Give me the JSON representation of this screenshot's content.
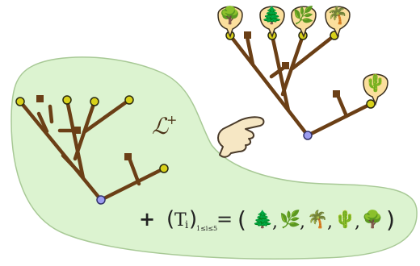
{
  "colors": {
    "branch": "#6b3f16",
    "leaf": "#d8d11a",
    "root": "#9c9cf0",
    "bubble": "#fbdf9d",
    "blob": "#dcf3d0",
    "blob_stroke": "#a8c996"
  },
  "label": {
    "operator": "ℒ",
    "superscript": "+"
  },
  "pointer": {
    "icon": "pointing-hand-icon",
    "glyph": "☛"
  },
  "bubbles": [
    {
      "icon": "deciduous-tree-icon",
      "glyph": "🌳"
    },
    {
      "icon": "evergreen-tree-icon",
      "glyph": "🌲"
    },
    {
      "icon": "herb-icon",
      "glyph": "🌿"
    },
    {
      "icon": "palm-tree-icon",
      "glyph": "🌴"
    },
    {
      "icon": "cactus-icon",
      "glyph": "🌵"
    }
  ],
  "formula": {
    "prefix": "+",
    "T": "T",
    "T_sub": "i",
    "index_range": "1≤i≤5",
    "equals": "=",
    "open_paren": "(",
    "close_paren": ")",
    "separator": ",",
    "items": [
      {
        "icon": "evergreen-tree-icon",
        "glyph": "🌲"
      },
      {
        "icon": "herb-icon",
        "glyph": "🌿"
      },
      {
        "icon": "palm-tree-icon",
        "glyph": "🌴"
      },
      {
        "icon": "cactus-icon",
        "glyph": "🌵"
      },
      {
        "icon": "deciduous-tree-icon",
        "glyph": "🌳"
      }
    ]
  }
}
